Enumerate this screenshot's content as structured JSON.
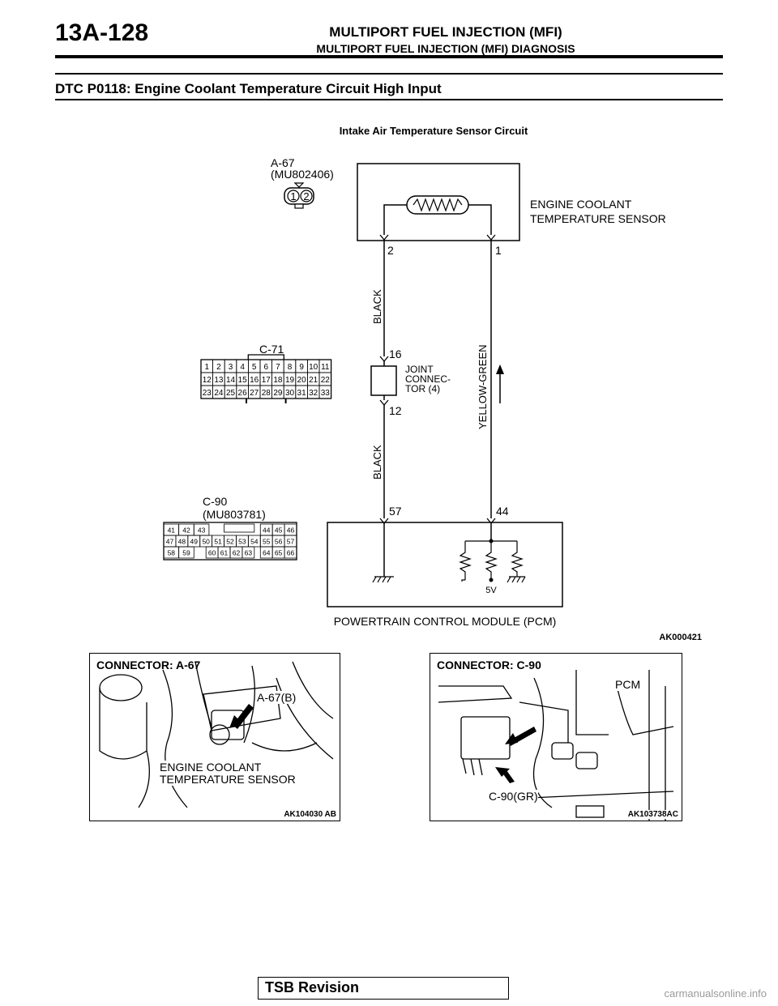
{
  "header": {
    "page_number": "13A-128",
    "title": "MULTIPORT FUEL INJECTION (MFI)",
    "subtitle": "MULTIPORT FUEL INJECTION (MFI) DIAGNOSIS"
  },
  "section_title": "DTC P0118: Engine Coolant Temperature Circuit High Input",
  "diagram": {
    "title": "Intake Air Temperature Sensor Circuit",
    "connector_a67": {
      "id": "A-67",
      "part": "(MU802406)",
      "pins": [
        "1",
        "2"
      ]
    },
    "sensor_label_1": "ENGINE COOLANT",
    "sensor_label_2": "TEMPERATURE SENSOR",
    "pin_sensor_2": "2",
    "pin_sensor_1": "1",
    "wire_black": "BLACK",
    "wire_black_lower": "BLACK",
    "wire_yellow_green": "YELLOW-GREEN",
    "joint_pin_top": "16",
    "joint_pin_bottom": "12",
    "joint_label_1": "JOINT",
    "joint_label_2": "CONNEC-",
    "joint_label_3": "TOR (4)",
    "connector_c71": {
      "id": "C-71",
      "rows": [
        [
          "1",
          "2",
          "3",
          "4",
          "5",
          "6",
          "7",
          "8",
          "9",
          "10",
          "11"
        ],
        [
          "12",
          "13",
          "14",
          "15",
          "16",
          "17",
          "18",
          "19",
          "20",
          "21",
          "22"
        ],
        [
          "23",
          "24",
          "25",
          "26",
          "27",
          "28",
          "29",
          "30",
          "31",
          "32",
          "33"
        ]
      ]
    },
    "connector_c90": {
      "id": "C-90",
      "part": "(MU803781)",
      "row1_left": [
        "41",
        "42",
        "43"
      ],
      "row1_right": [
        "44",
        "45",
        "46"
      ],
      "row2": [
        "47",
        "48",
        "49",
        "50",
        "51",
        "52",
        "53",
        "54",
        "55",
        "56",
        "57"
      ],
      "row3_left": [
        "58",
        "59"
      ],
      "row3_mid": [
        "60",
        "61",
        "62",
        "63"
      ],
      "row3_right": [
        "64",
        "65",
        "66"
      ]
    },
    "pcm_pin_57": "57",
    "pcm_pin_44": "44",
    "voltage": "5V",
    "pcm_label": "POWERTRAIN CONTROL MODULE (PCM)",
    "figure_code": "AK000421"
  },
  "photos": [
    {
      "connector_label": "CONNECTOR: A-67",
      "callout": "A-67(B)",
      "caption_1": "ENGINE COOLANT",
      "caption_2": "TEMPERATURE SENSOR",
      "figure_code": "AK104030 AB"
    },
    {
      "connector_label": "CONNECTOR: C-90",
      "callout_pcm": "PCM",
      "callout": "C-90(GR)",
      "figure_code": "AK103738AC"
    }
  ],
  "footer": {
    "label": "TSB Revision"
  },
  "watermark": "carmanualsonline.info"
}
